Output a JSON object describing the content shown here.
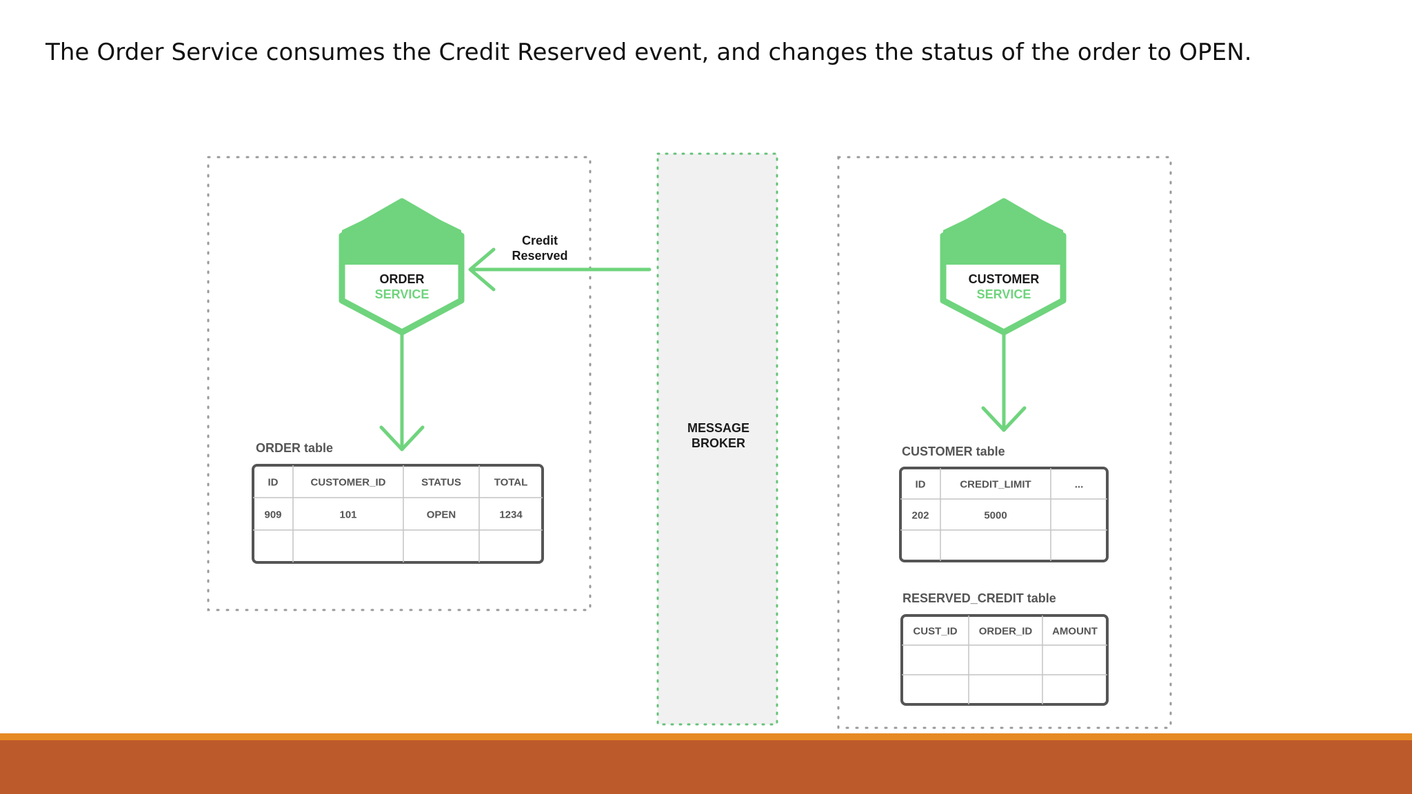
{
  "slide": {
    "heading": "The Order Service consumes the Credit Reserved event, and changes the status of the order to OPEN."
  },
  "colors": {
    "green": "#6fd47d",
    "box_border": "#9a9a9a",
    "broker_bg": "#f1f1f1",
    "broker_border": "#66c27a",
    "table_border": "#555555",
    "footer_orange": "#e58a23",
    "footer_rust": "#bd5a2b"
  },
  "diagram": {
    "order_service": {
      "line1": "ORDER",
      "line2": "SERVICE"
    },
    "customer_service": {
      "line1": "CUSTOMER",
      "line2": "SERVICE"
    },
    "event": {
      "line1": "Credit",
      "line2": "Reserved"
    },
    "broker": {
      "line1": "MESSAGE",
      "line2": "BROKER"
    },
    "order_table": {
      "title": "ORDER table",
      "columns": [
        "ID",
        "CUSTOMER_ID",
        "STATUS",
        "TOTAL"
      ],
      "rows": [
        [
          "909",
          "101",
          "OPEN",
          "1234"
        ],
        [
          "",
          "",
          "",
          ""
        ]
      ]
    },
    "customer_table": {
      "title": "CUSTOMER table",
      "columns": [
        "ID",
        "CREDIT_LIMIT",
        "..."
      ],
      "rows": [
        [
          "202",
          "5000",
          ""
        ],
        [
          "",
          "",
          ""
        ]
      ]
    },
    "reserved_credit_table": {
      "title": "RESERVED_CREDIT table",
      "columns": [
        "CUST_ID",
        "ORDER_ID",
        "AMOUNT"
      ],
      "rows": [
        [
          "",
          "",
          ""
        ],
        [
          "",
          "",
          ""
        ]
      ]
    }
  }
}
